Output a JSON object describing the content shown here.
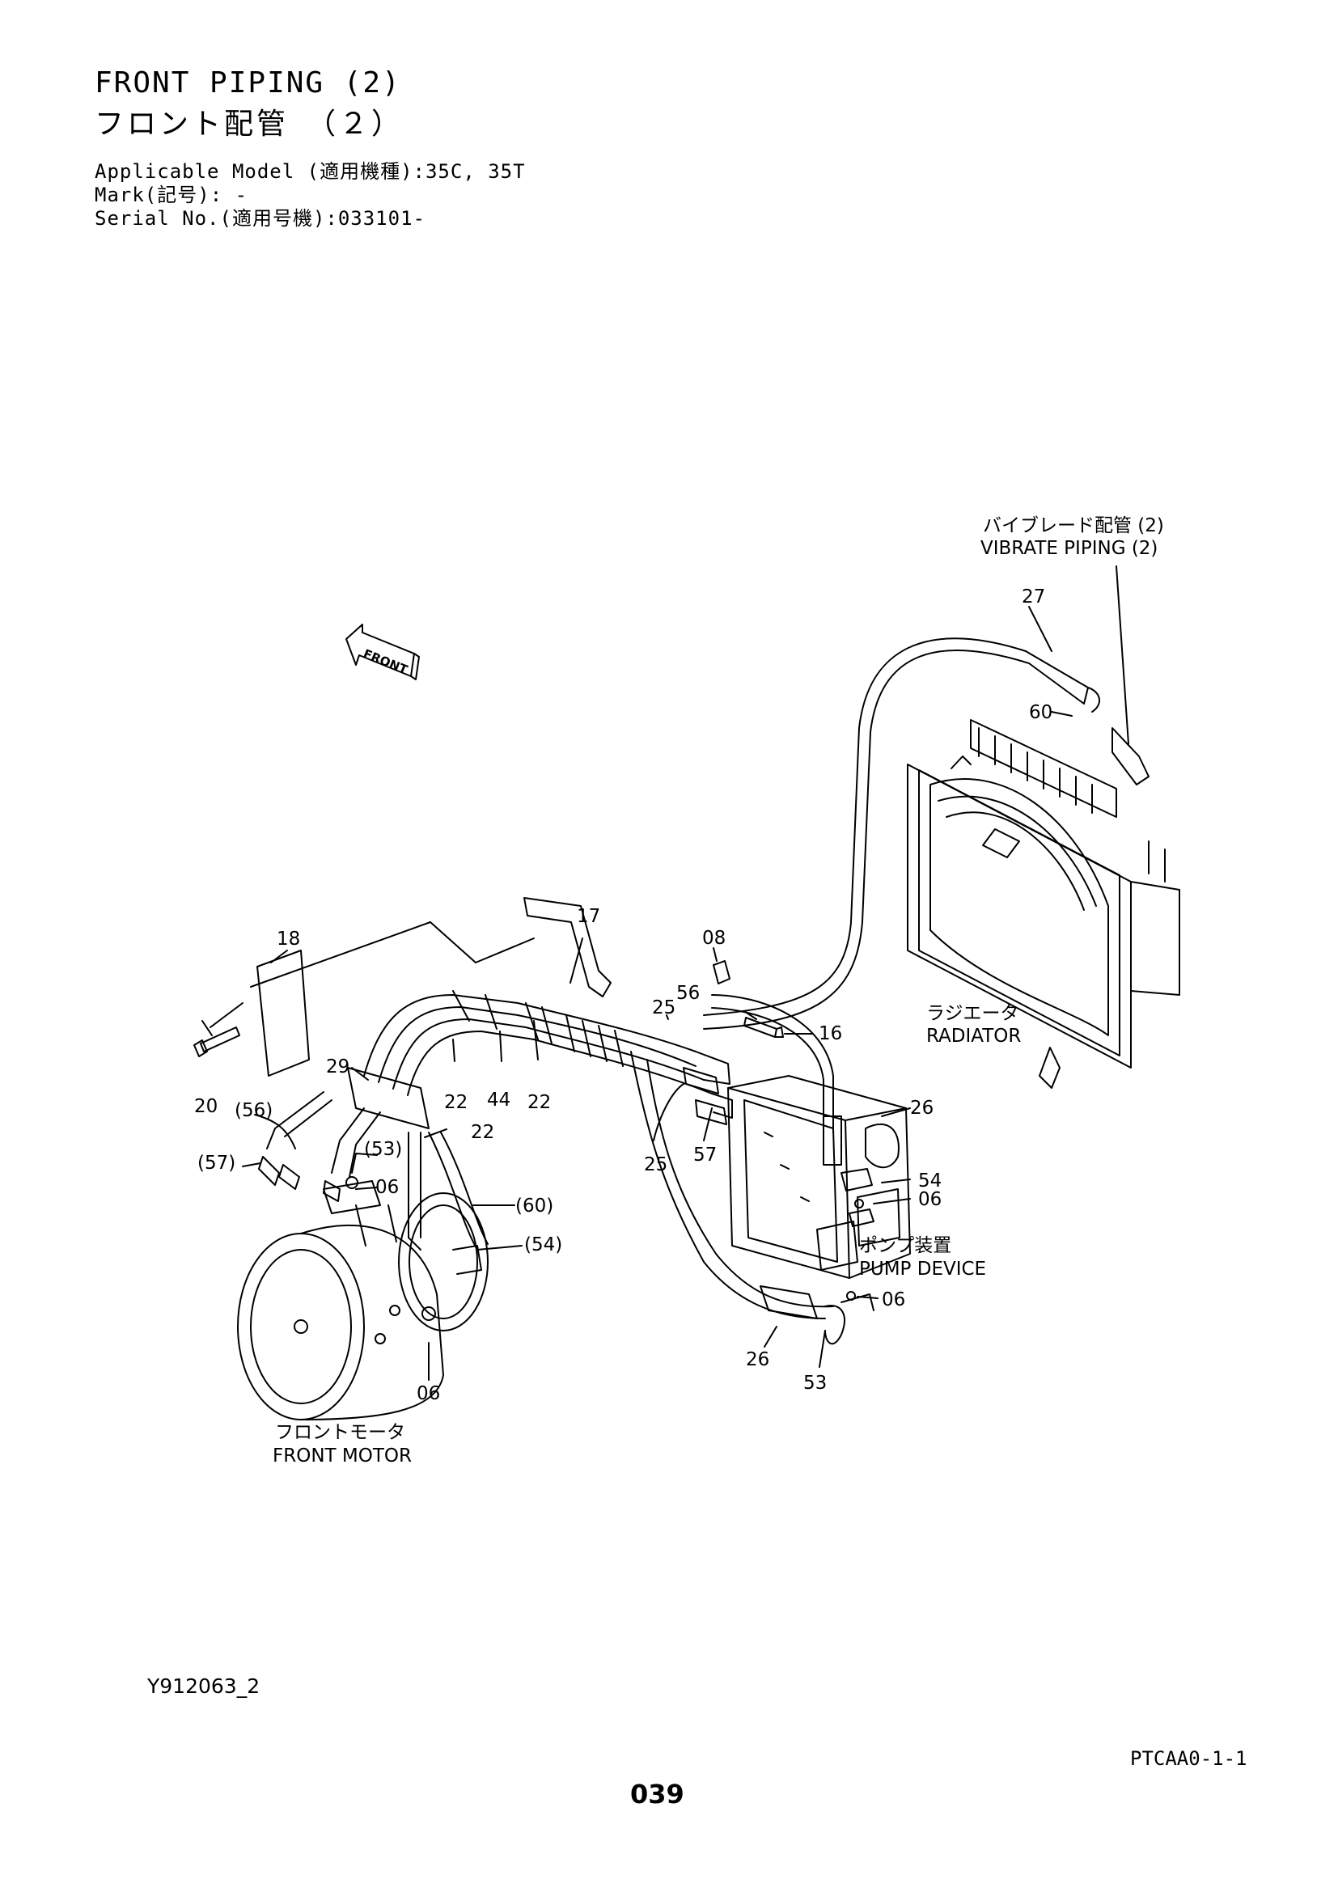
{
  "header": {
    "title_en": "FRONT PIPING (2)",
    "title_jp": "フロント配管　（２）",
    "applicable_model": "Applicable Model (適用機種):35C, 35T",
    "mark": "Mark(記号): -",
    "serial_no": "Serial No.(適用号機):033101-"
  },
  "captions": {
    "vibrate_piping_jp": "バイブレード配管 (2)",
    "vibrate_piping_en": "VIBRATE PIPING (2)",
    "radiator_jp": "ラジエータ",
    "radiator_en": "RADIATOR",
    "pump_device_jp": "ポンプ装置",
    "pump_device_en": "PUMP DEVICE",
    "front_motor_jp": "フロントモータ",
    "front_motor_en": "FRONT MOTOR",
    "front_arrow": "FRONT"
  },
  "callouts": {
    "c27": "27",
    "c60a": "60",
    "c17": "17",
    "c18": "18",
    "c08": "08",
    "c56a": "56",
    "c25a": "25",
    "c16": "16",
    "c29": "29",
    "c22a": "22",
    "c44": "44",
    "c22b": "22",
    "c20": "20",
    "c56b": "(56)",
    "c22c": "22",
    "c53a": "(53)",
    "c57a": "(57)",
    "c06a": "06",
    "c60b": "(60)",
    "c54a": "(54)",
    "c25b": "25",
    "c57b": "57",
    "c26a": "26",
    "c54b": "54",
    "c06b": "06",
    "c06c": "06",
    "c06d": "06",
    "c26b": "26",
    "c53b": "53"
  },
  "footer": {
    "drawing_code": "Y912063_2",
    "sheet_code": "PTCAA0-1-1",
    "page_number": "039"
  }
}
